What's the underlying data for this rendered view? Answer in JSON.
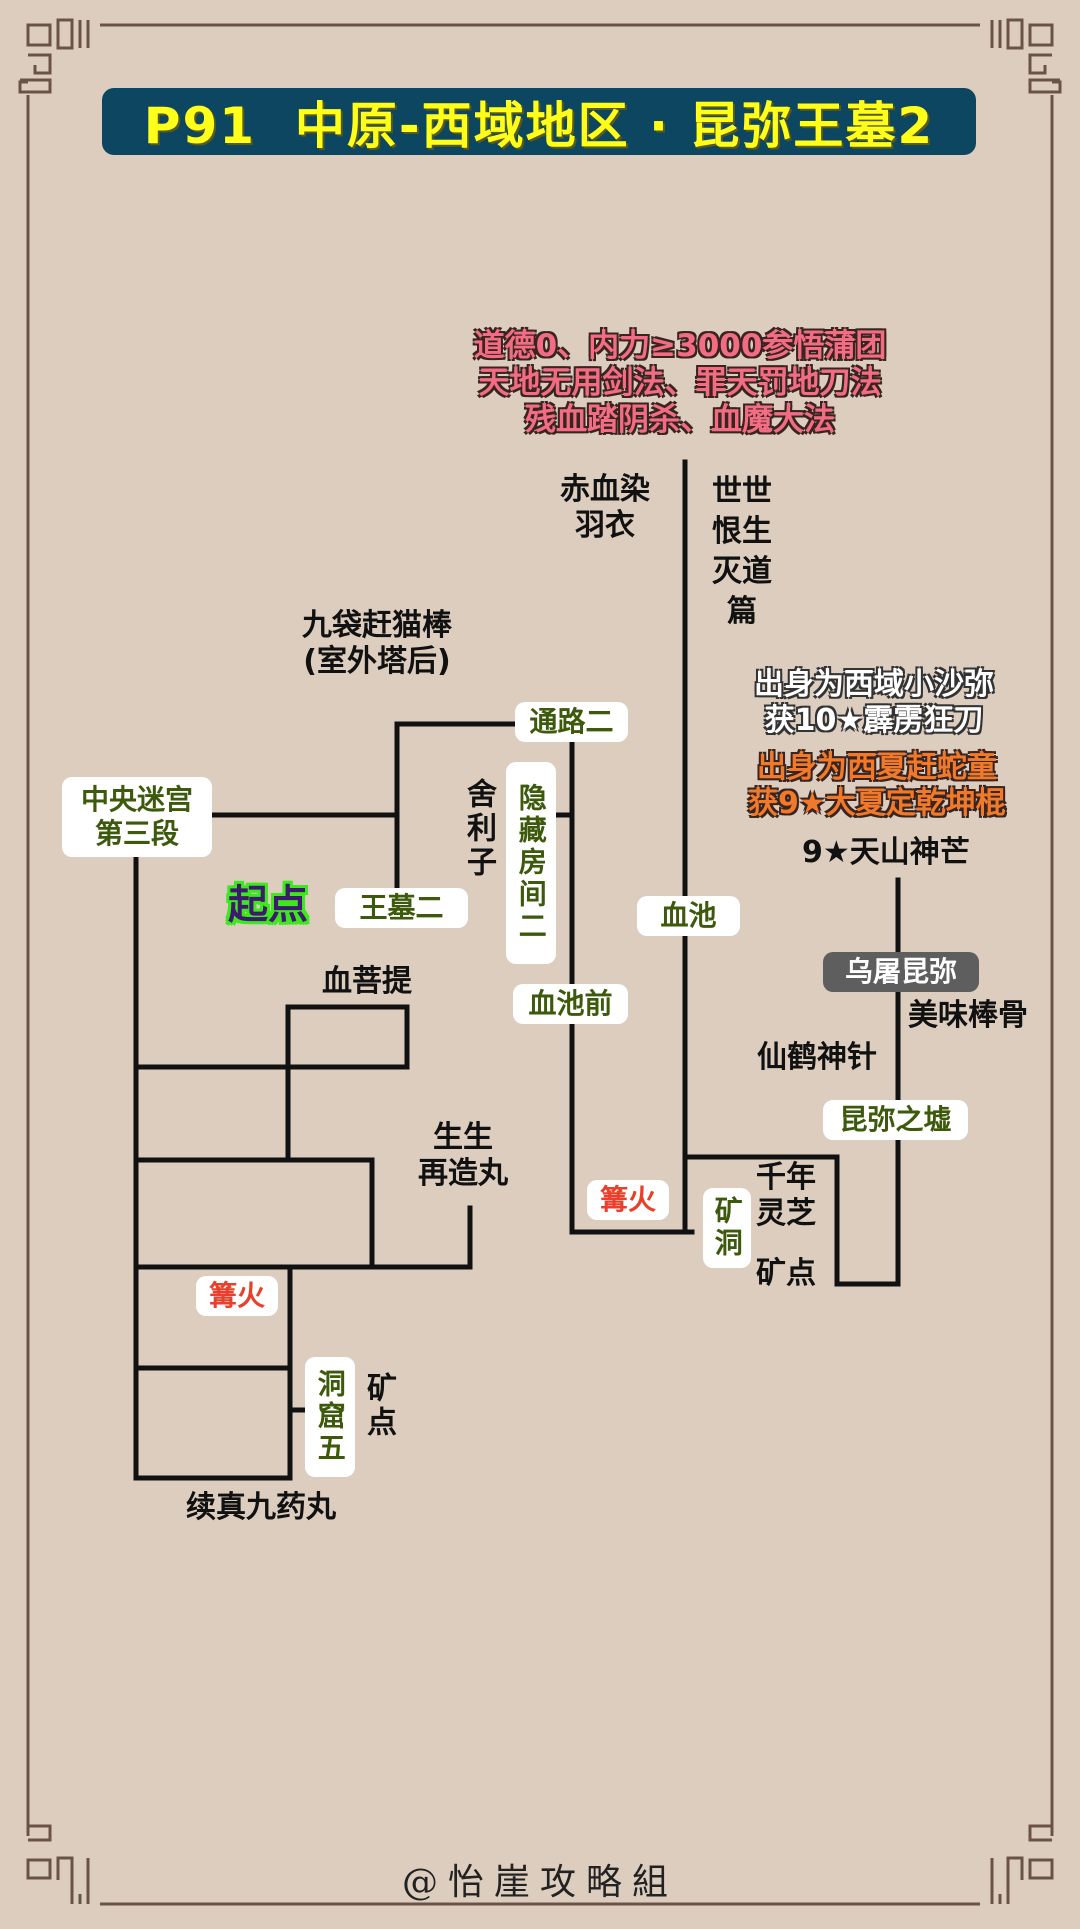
{
  "title": "P91  中原-西域地区 · 昆弥王墓2",
  "colors": {
    "background": "#dccdbf",
    "title_bar": "#0d4660",
    "title_text": "#ffff1a",
    "location_text": "#3d5a0c",
    "bonfire_text": "#e8402a",
    "boss_box": "#5e5e5e",
    "start_text": "#3d1a6e",
    "start_glow": "#3de81e",
    "pink_note": "#f26d84",
    "orange_note": "#f07a2a",
    "frame": "#6b5248"
  },
  "notes": {
    "top_requirement": "道德0、内力≥3000参悟蒲团\n天地无用剑法、罪天罚地刀法\n残血踏阴杀、血魔大法",
    "chixue_ranyu": "赤血染\n羽衣",
    "shishi_hensheng": "世世\n恨生\n灭道\n篇",
    "jiudai": "九袋赶猫棒\n(室外塔后)",
    "sheli": "舍利子",
    "origin_white": "出身为西域小沙弥\n获10★霹雳狂刀",
    "origin_orange": "出身为西夏赶蛇童\n获9★大夏定乾坤棍",
    "tianshan": "9★天山神芒",
    "meiwei": "美味棒骨",
    "xianhe": "仙鹤神针",
    "xuepuTi": "血菩提",
    "shengsheng": "生生\n再造丸",
    "qiannian": "千年\n灵芝",
    "kuangdian_right": "矿点",
    "kuangdian_left": "矿点",
    "xuzhen": "续真九药丸"
  },
  "nodes": {
    "zhongyang": "中央迷宫\n第三段",
    "start": "起点",
    "wangmu": "王墓二",
    "tonglu": "通路二",
    "yincang": "隐藏房间二",
    "xuechi": "血池",
    "xuechiqian": "血池前",
    "boss": "乌屠昆弥",
    "kunmi_xu": "昆弥之墟",
    "bonfire_mid": "篝火",
    "kuangdong": "矿洞",
    "bonfire_left": "篝火",
    "dongku": "洞窟五"
  },
  "footer": "@怡崖攻略組"
}
